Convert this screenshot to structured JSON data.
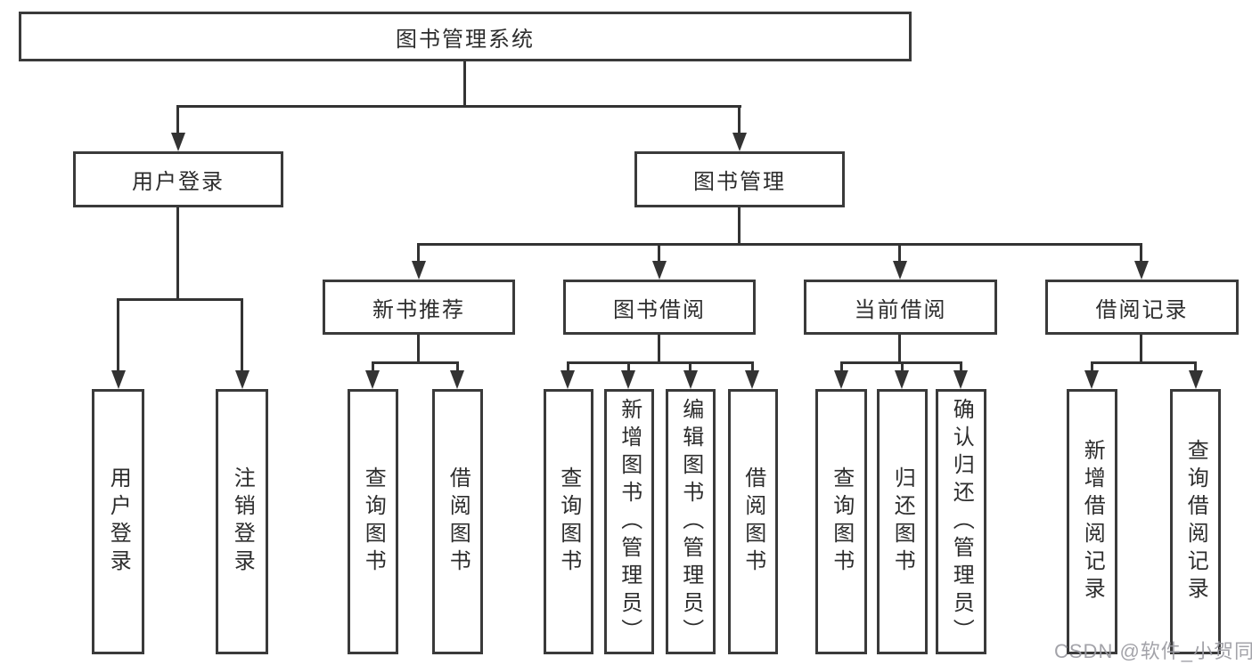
{
  "diagram_type": "hierarchy-tree",
  "tree": {
    "label": "图书管理系统",
    "children": [
      {
        "label": "用户登录",
        "children": [
          {
            "label": "用户登录"
          },
          {
            "label": "注销登录"
          }
        ]
      },
      {
        "label": "图书管理",
        "children": [
          {
            "label": "新书推荐",
            "children": [
              {
                "label": "查询图书"
              },
              {
                "label": "借阅图书"
              }
            ]
          },
          {
            "label": "图书借阅",
            "children": [
              {
                "label": "查询图书"
              },
              {
                "label": "新增图书（管理员）"
              },
              {
                "label": "编辑图书（管理员）"
              },
              {
                "label": "借阅图书"
              }
            ]
          },
          {
            "label": "当前借阅",
            "children": [
              {
                "label": "查询图书"
              },
              {
                "label": "归还图书"
              },
              {
                "label": "确认归还（管理员）"
              }
            ]
          },
          {
            "label": "借阅记录",
            "children": [
              {
                "label": "新增借阅记录"
              },
              {
                "label": "查询借阅记录"
              }
            ]
          }
        ]
      }
    ]
  },
  "watermark": "CSDN @软件_小贺同学",
  "colors": {
    "box_border": "#3a3a3a",
    "connector_line": "#333333",
    "text": "#2d2d2d",
    "watermark": "#9b9ba2",
    "background": "#ffffff"
  }
}
